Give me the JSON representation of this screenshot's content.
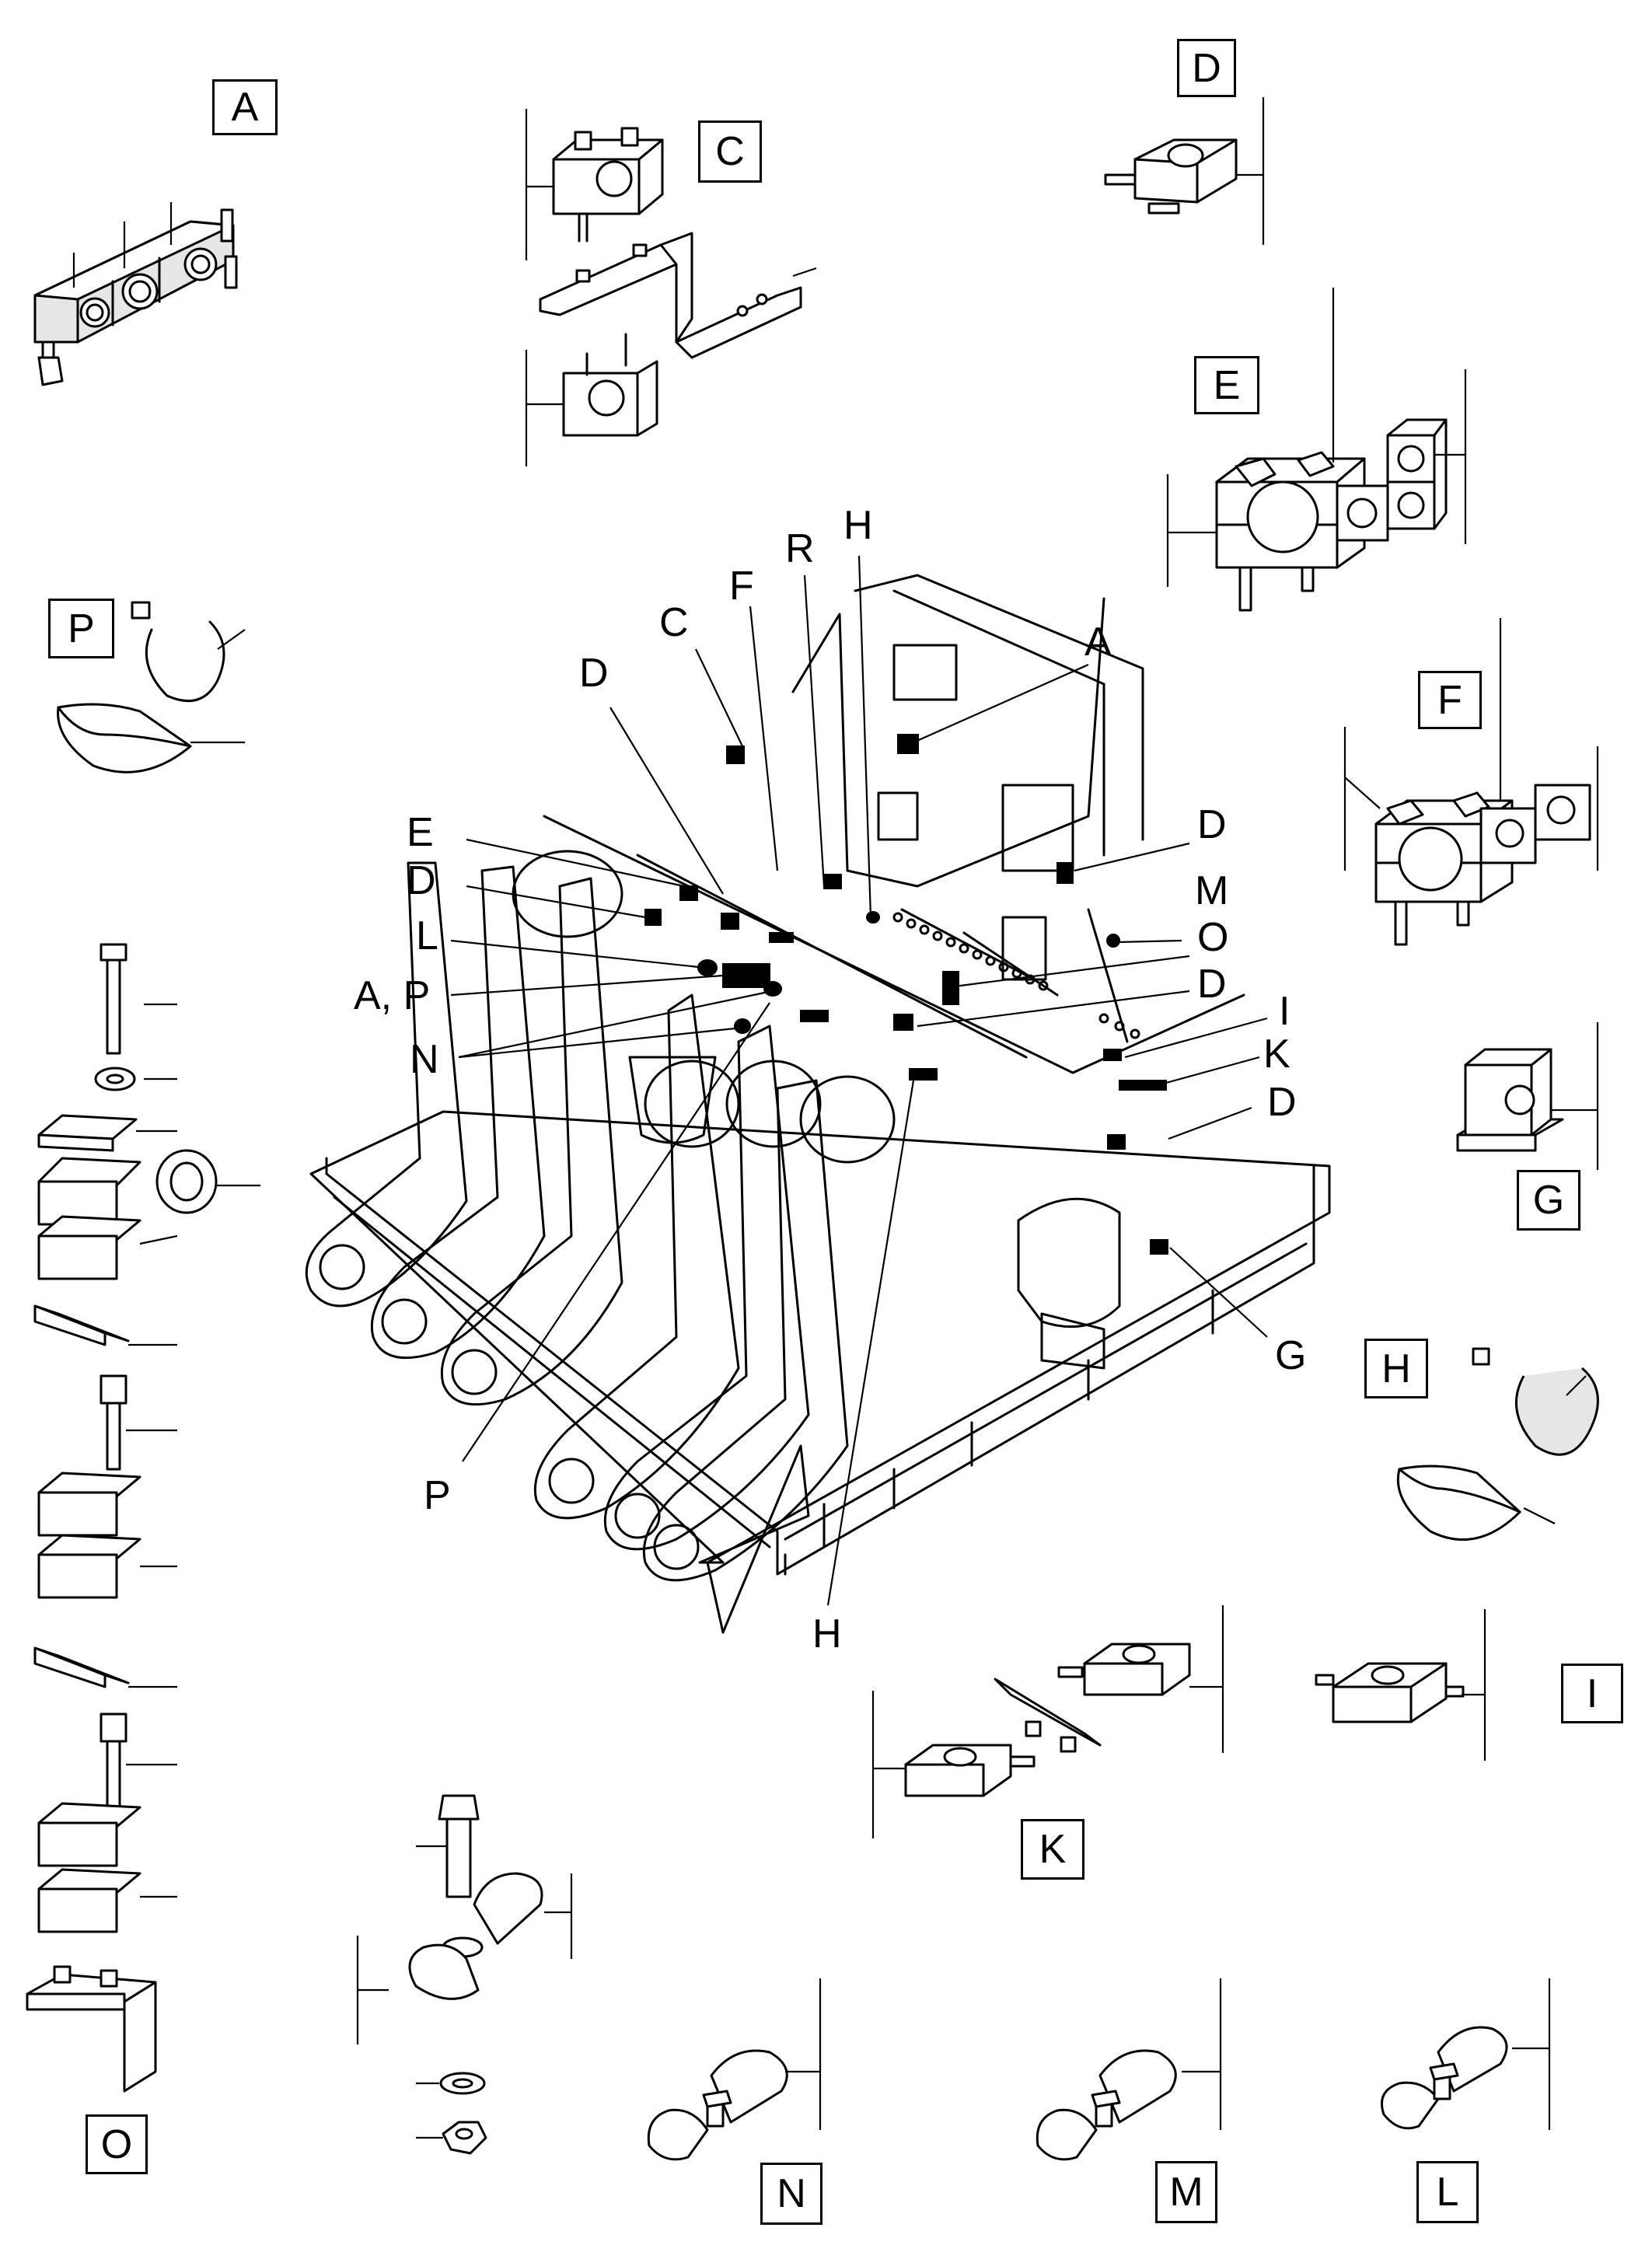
{
  "detail_labels": {
    "A": "A",
    "C": "C",
    "D": "D",
    "E": "E",
    "F": "F",
    "G": "G",
    "H": "H",
    "I": "I",
    "K": "K",
    "L": "L",
    "M": "M",
    "N": "N",
    "O": "O",
    "P": "P"
  },
  "callout_labels": {
    "H_top": "H",
    "R": "R",
    "F": "F",
    "C": "C",
    "A": "A",
    "D_left": "D",
    "E": "E",
    "D_mid": "D",
    "L": "L",
    "A_P": "A, P",
    "N": "N",
    "D_right1": "D",
    "M": "M",
    "O": "O",
    "D_right2": "D",
    "I": "I",
    "K": "K",
    "D_right3": "D",
    "G": "G",
    "P": "P",
    "H_bottom": "H"
  }
}
